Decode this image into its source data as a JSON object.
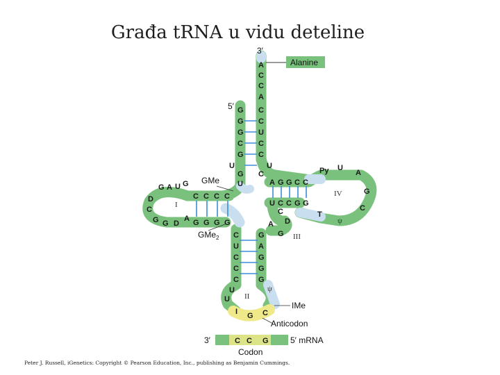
{
  "title": "Građa tRNA u vidu deteline",
  "labels": {
    "three_prime_top": "3′",
    "five_prime": "5′",
    "alanine": "Alanine",
    "gme": "GMe",
    "gme2": "GMe",
    "gme2_sub": "2",
    "ime": "IMe",
    "anticodon": "Anticodon",
    "codon": "Codon",
    "mrna_3": "3′",
    "mrna_5": "5′ mRNA",
    "arm_I": "I",
    "arm_II": "II",
    "arm_III": "III",
    "arm_IV": "IV",
    "psi_right": "ψ",
    "psi_anticodon": "ψ"
  },
  "sequences": {
    "acceptor_3": [
      "A",
      "C",
      "C",
      "A",
      "C",
      "C",
      "U",
      "C",
      "C"
    ],
    "acceptor_5": [
      "G",
      "G",
      "G",
      "C",
      "G",
      "U",
      "U"
    ],
    "d_arm": [
      "G",
      "A",
      "U",
      "G",
      "D",
      "C",
      "G",
      "G",
      "D",
      "A"
    ],
    "d_stem_top": [
      "C",
      "C",
      "C",
      "C"
    ],
    "d_stem_bottom": [
      "G",
      "G",
      "G",
      "G"
    ],
    "t_stem_top": [
      "A",
      "G",
      "G",
      "C",
      "C"
    ],
    "t_stem_bottom": [
      "U",
      "C",
      "C",
      "G",
      "G"
    ],
    "t_loop": [
      "Py",
      "U",
      "A",
      "G",
      "C",
      "T"
    ],
    "variable": [
      "C",
      "D",
      "A",
      "G"
    ],
    "anticodon_stem_left": [
      "C",
      "U",
      "C",
      "C",
      "C",
      "U",
      "U"
    ],
    "anticodon_stem_right": [
      "G",
      "A",
      "G",
      "G",
      "G"
    ],
    "anticodon": [
      "I",
      "G",
      "C"
    ],
    "codon": [
      "C",
      "C",
      "G"
    ]
  },
  "credit": "Peter J. Russell, iGenetics: Copyright © Pearson Education, Inc., publishing as Benjamin Cummings.",
  "colors": {
    "strand": "#79c17c",
    "light": "#c9dff0",
    "anticodon": "#efe98a",
    "pairs": "#3a8dd6"
  }
}
